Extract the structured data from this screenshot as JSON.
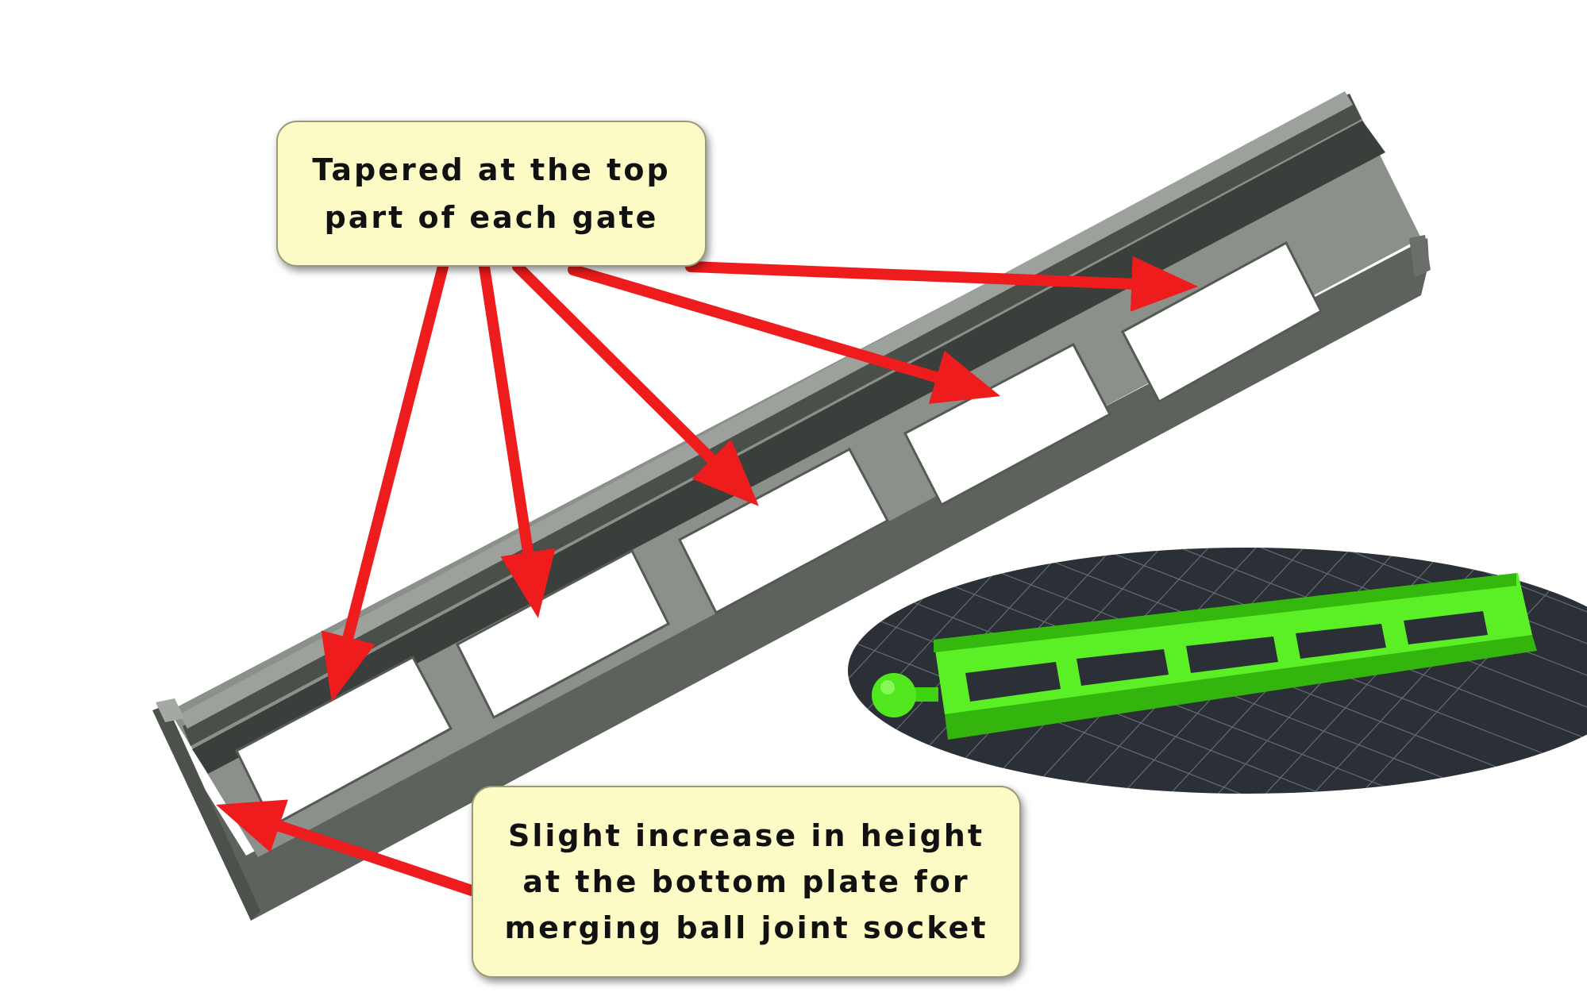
{
  "callouts": {
    "top": {
      "line1": "Tapered at the top",
      "line2": "part of each gate"
    },
    "bottom": {
      "line1": "Slight increase in height",
      "line2": "at the bottom plate for",
      "line3": "merging ball joint socket"
    }
  },
  "colors": {
    "frame_top": "#8c918c",
    "frame_side": "#5c615c",
    "frame_dark": "#3a3e3a",
    "arrow": "#ee1c1c",
    "callout_bg": "#fdfbc5",
    "inset_bg": "#2b2f36",
    "inset_grid": "#6f7680",
    "print_green": "#4cee1a"
  }
}
